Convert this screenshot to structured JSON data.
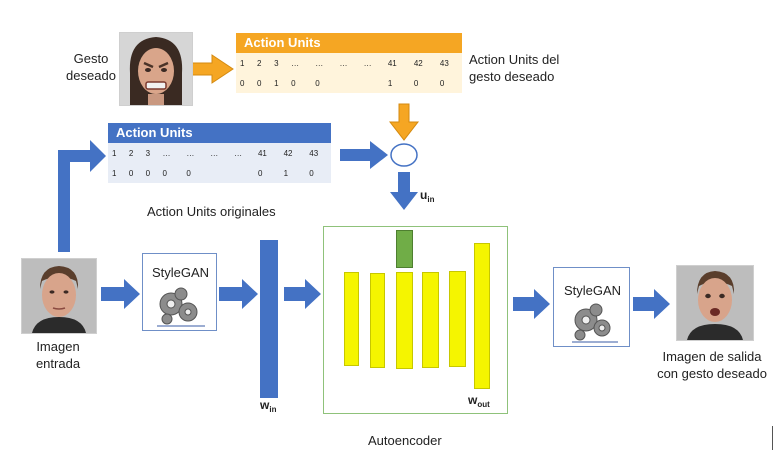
{
  "desired_gesture": {
    "label_line1": "Gesto",
    "label_line2": "deseado"
  },
  "desired_au": {
    "title": "Action Units",
    "indices": [
      "1",
      "2",
      "3",
      "…",
      "…",
      "…",
      "…",
      "41",
      "42",
      "43"
    ],
    "values": [
      "0",
      "0",
      "1",
      "0",
      "0",
      "",
      "",
      "1",
      "0",
      "0"
    ],
    "caption_line1": "Action Units del",
    "caption_line2": "gesto deseado"
  },
  "original_au": {
    "title": "Action Units",
    "indices": [
      "1",
      "2",
      "3",
      "…",
      "…",
      "…",
      "…",
      "41",
      "42",
      "43"
    ],
    "values": [
      "1",
      "0",
      "0",
      "0",
      "0",
      "",
      "",
      "0",
      "1",
      "0"
    ],
    "caption": "Action Units originales"
  },
  "u_in": {
    "base": "u",
    "sub": "in"
  },
  "input": {
    "label_line1": "Imagen",
    "label_line2": "entrada"
  },
  "stylegan_left": {
    "label": "StyleGAN"
  },
  "stylegan_right": {
    "label": "StyleGAN"
  },
  "w_in": {
    "base": "w",
    "sub": "in"
  },
  "w_out": {
    "base": "w",
    "sub": "out"
  },
  "autoencoder": {
    "label": "Autoencoder"
  },
  "output": {
    "label_line1": "Imagen de salida",
    "label_line2": "con gesto deseado"
  },
  "colors": {
    "blue": "#4472C4",
    "orange": "#F5A623",
    "yellow": "#F5F500",
    "green": "#70AD47",
    "table_orange": "#FFF4DC",
    "table_blue": "#E8EDF6"
  }
}
